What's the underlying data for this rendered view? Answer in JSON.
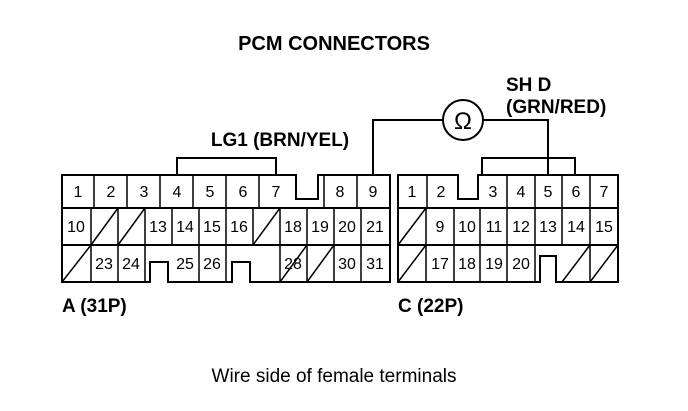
{
  "title": "PCM CONNECTORS",
  "caption": "Wire side of female terminals",
  "meter_symbol": "Ω",
  "lg1_label": "LG1 (BRN/YEL)",
  "shd_label_line1": "SH D",
  "shd_label_line2": "(GRN/RED)",
  "connectors": [
    {
      "id": "A",
      "label": "A (31P)",
      "rows": [
        [
          "1",
          "2",
          "3",
          "4",
          "5",
          "6",
          "7",
          "",
          "",
          "8",
          "9"
        ],
        [
          "10",
          "/",
          "/",
          "13",
          "14",
          "15",
          "16",
          "/",
          "18",
          "19",
          "20",
          "21"
        ],
        [
          "/",
          "23",
          "24",
          "",
          "25",
          "26",
          "",
          "/",
          "28",
          "/",
          "30",
          "31"
        ]
      ]
    },
    {
      "id": "C",
      "label": "C (22P)",
      "rows": [
        [
          "1",
          "2",
          "",
          "3",
          "4",
          "5",
          "6",
          "7"
        ],
        [
          "/",
          "9",
          "10",
          "11",
          "12",
          "13",
          "14",
          "15"
        ],
        [
          "/",
          "17",
          "18",
          "19",
          "20",
          "",
          "/",
          "/"
        ]
      ]
    }
  ]
}
